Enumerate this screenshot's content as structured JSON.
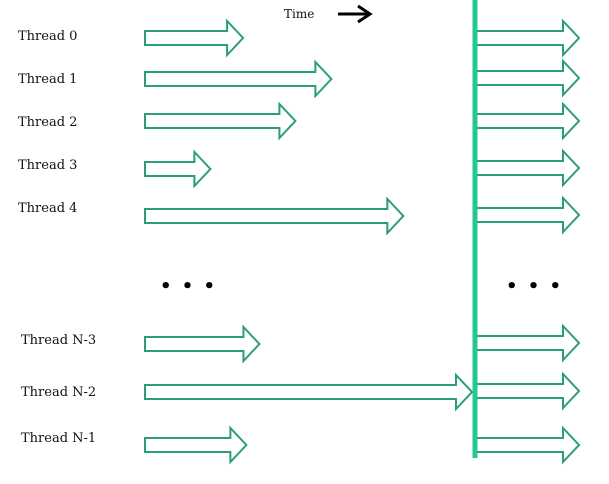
{
  "time_label": "Time",
  "threads": [
    {
      "label": "Thread 0",
      "work": 0.3
    },
    {
      "label": "Thread 1",
      "work": 0.57
    },
    {
      "label": "Thread 2",
      "work": 0.46
    },
    {
      "label": "Thread 3",
      "work": 0.2
    },
    {
      "label": "Thread 4",
      "work": 0.79
    },
    {
      "label": "Thread N-3",
      "work": 0.35
    },
    {
      "label": "Thread N-2",
      "work": 1.0
    },
    {
      "label": "Thread N-1",
      "work": 0.31
    }
  ],
  "ellipsis": "• • •",
  "colors": {
    "arrow": "#2a9e78",
    "barrier": "#22c98f",
    "time_arrow": "#000000",
    "text": "#111111"
  }
}
